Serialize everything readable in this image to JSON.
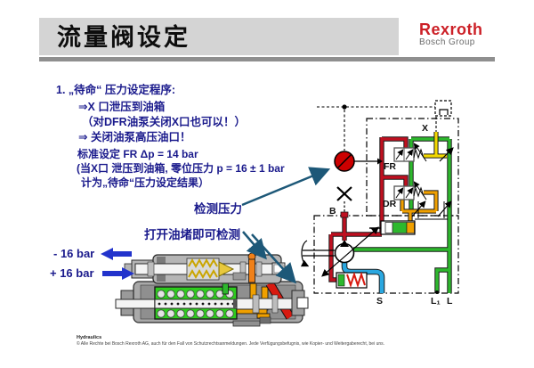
{
  "slide": {
    "title": "流量阀设定"
  },
  "logo": {
    "brand": "Rexroth",
    "group": "Bosch Group"
  },
  "procedure": {
    "heading": "1. „待命“ 压力设定程序:",
    "steps": [
      "⇒X 口泄压到油箱",
      "（对DFR油泵关闭X口也可以！）",
      "⇒ 关闭油泵高压油口！"
    ],
    "standard": [
      "标准设定 FR Δp = 14 bar",
      "(当X口 泄压到油箱, 零位压力 p = 16 ± 1 bar",
      "计为„待命“压力设定结果）"
    ]
  },
  "annotations": {
    "gauge": "检测压力",
    "plug": "打开油堵即可检测",
    "minus": "- 16 bar",
    "plus": "+ 16 bar"
  },
  "ports": {
    "x": "X",
    "fr": "FR",
    "dr": "DR",
    "b": "B",
    "s": "S",
    "l1": "L₁",
    "l": "L"
  },
  "footer": {
    "label": "Hydraulics",
    "copyright": "© Alle Rechte bei Bosch Rexroth AG, auch für den Fall von Schutzrechtsanmeldungen. Jede Verfügungsbefugnis, wie Kopier- und Weitergaberecht, bei uns."
  },
  "colors": {
    "brand_red": "#cc2027",
    "text_navy": "#1a1a8c",
    "annotation_arrow": "#1d5878",
    "line_red": "#c01020",
    "line_green": "#2db82d",
    "line_orange": "#f0a000",
    "line_yellow": "#f2d800",
    "line_blue": "#2aa7e0",
    "gauge_red": "#cc0000",
    "band_gray": "#d4d4d4"
  }
}
